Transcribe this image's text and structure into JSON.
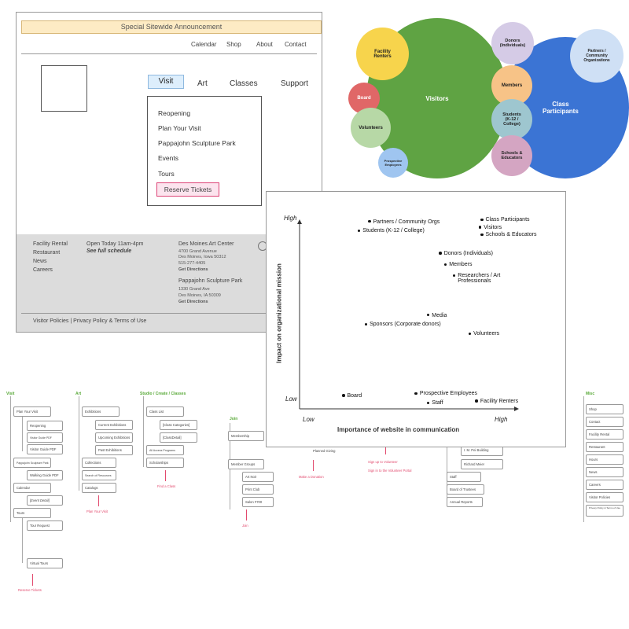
{
  "wireframe": {
    "announcement": "Special Sitewide Announcement",
    "top_nav": [
      "Calendar",
      "Shop",
      "About",
      "Contact"
    ],
    "main_nav": {
      "visit": "Visit",
      "art": "Art",
      "classes": "Classes",
      "support": "Support"
    },
    "dropdown": [
      "Reopening",
      "Plan Your Visit",
      "Pappajohn Sculpture Park",
      "Events",
      "Tours"
    ],
    "reserve": "Reserve Tickets",
    "footer_links": [
      "Facility Rental",
      "Restaurant",
      "News",
      "Careers"
    ],
    "hours": "Open Today 11am-4pm",
    "schedule": "See full schedule",
    "dmac": {
      "name": "Des Moines Art Center",
      "addr1": "4700 Grand Avenue",
      "addr2": "Des Moines, Iowa 50312",
      "phone": "515-277-4405",
      "dir": "Get Directions"
    },
    "psp": {
      "name": "Pappajohn Sculpture Park",
      "addr1": "1330 Grand Ave",
      "addr2": "Des Moines, IA 50309",
      "dir": "Get Directions"
    },
    "legal": "Visitor Policies | Privacy Policy & Terms of Use"
  },
  "venn": {
    "visitors": "Visitors",
    "class_participants": [
      "Class",
      "Participants"
    ],
    "facility_renters": [
      "Facility",
      "Renters"
    ],
    "board": "Board",
    "volunteers": "Volunteers",
    "prospective": [
      "Prospective",
      "Employees"
    ],
    "donors": [
      "Donors",
      "(Individuals)"
    ],
    "members": "Members",
    "students": [
      "Students",
      "(K-12 /",
      "College)"
    ],
    "schools": [
      "Schools &",
      "Educators"
    ],
    "partners": [
      "Partners /",
      "Community",
      "Organizations"
    ],
    "colors": {
      "visitors": "#5fa343",
      "class": "#3b74d4",
      "renters": "#f7d44c",
      "board": "#e06767",
      "volunteers": "#b7d8a6",
      "prospective": "#9fc5f0",
      "donors": "#d5cbe6",
      "members": "#f7c387",
      "students": "#9ec6cf",
      "schools": "#d4a5c2",
      "partners": "#cfe0f5"
    }
  },
  "chart_data": {
    "type": "scatter",
    "xlabel": "Importance of website in communication",
    "ylabel": "Impact on organizational mission",
    "x_ticks": [
      "Low",
      "High"
    ],
    "y_ticks": [
      "Low",
      "High"
    ],
    "xlim": [
      0,
      10
    ],
    "ylim": [
      0,
      10
    ],
    "points": [
      {
        "label": "Partners / Community Orgs",
        "x": 2.5,
        "y": 9.6
      },
      {
        "label": "Students (K-12 / College)",
        "x": 1.9,
        "y": 9.1
      },
      {
        "label": "Class Participants",
        "x": 9.0,
        "y": 9.7
      },
      {
        "label": "Visitors",
        "x": 8.9,
        "y": 9.3
      },
      {
        "label": "Schools & Educators",
        "x": 9.0,
        "y": 8.9
      },
      {
        "label": "Donors (Individuals)",
        "x": 6.6,
        "y": 7.9
      },
      {
        "label": "Members",
        "x": 6.9,
        "y": 7.3
      },
      {
        "label": "Researchers / Art Professionals",
        "x": 7.4,
        "y": 6.7
      },
      {
        "label": "Media",
        "x": 5.9,
        "y": 4.6
      },
      {
        "label": "Sponsors (Corporate donors)",
        "x": 2.3,
        "y": 4.1
      },
      {
        "label": "Volunteers",
        "x": 8.3,
        "y": 3.6
      },
      {
        "label": "Board",
        "x": 1.0,
        "y": 0.3
      },
      {
        "label": "Prospective Employees",
        "x": 5.2,
        "y": 0.4
      },
      {
        "label": "Staff",
        "x": 5.9,
        "y": -0.1
      },
      {
        "label": "Facility Renters",
        "x": 8.7,
        "y": 0.0
      }
    ]
  },
  "sitemap": {
    "headers": {
      "visit": "Visit",
      "art": "Art",
      "studio": "Studio / Create / Classes",
      "join": "Join",
      "misc": "Misc"
    },
    "visit": [
      "Plan Your Visit",
      "Reopening",
      "Visitor Guide PDF",
      "Visitor Guide PDF",
      "Pappajohn Sculpture Park",
      "Walking Guide PDF",
      "Calendar",
      "[Event Detail]",
      "Tours",
      "Tour Request",
      "Virtual Tours"
    ],
    "visit_cta": "Reserve Tickets",
    "art": [
      "Exhibitions",
      "Current Exhibitions",
      "Upcoming Exhibitions",
      "Past Exhibitions",
      "Collections",
      "Search of Resources",
      "Catalogs"
    ],
    "art_cta": "Plan Your Visit",
    "studio": [
      "Class List",
      "[Class Categories]",
      "[ClassDetail]",
      "All Access Programs",
      "Scholarships"
    ],
    "studio_cta": "Find a Class",
    "join": [
      "Membership",
      "Member Groups",
      "Art Noir",
      "Print Club",
      "Salon #700"
    ],
    "join_cta": "Join",
    "give": "Planned Giving",
    "give_cta": "Make a Donation",
    "vol_cta1": "Sign up to Volunteer",
    "vol_cta2": "Sign in to the Volunteer Portal",
    "about": [
      "I. M. Pei Building",
      "Richard Meier",
      "Staff",
      "Board of Trustees",
      "Annual Reports"
    ],
    "misc": [
      "Shop",
      "Contact",
      "Facility Rental",
      "Restaurant",
      "Hours",
      "News",
      "Careers",
      "Visitor Policies",
      "Privacy Policy & Terms of Use"
    ]
  }
}
